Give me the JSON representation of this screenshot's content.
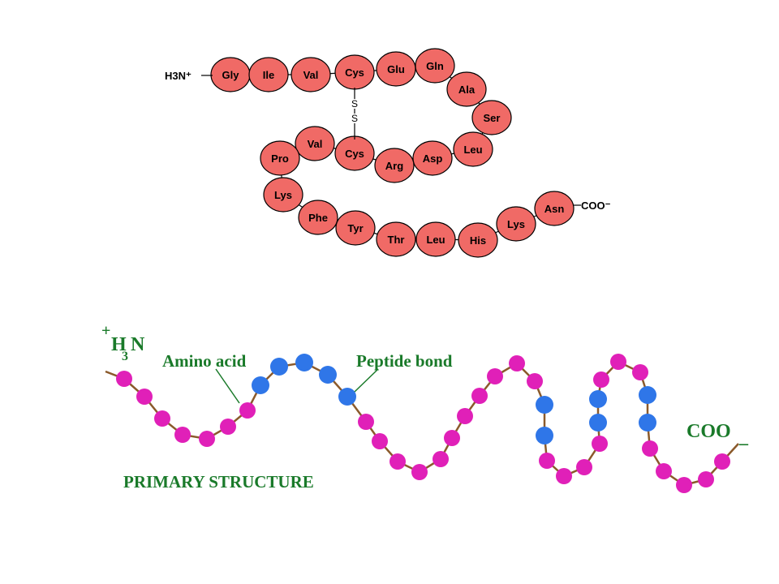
{
  "chain": {
    "n_terminus": "H3N⁺",
    "c_terminus": "COO⁻",
    "disulfide_label": [
      "S",
      "S"
    ],
    "residues": [
      "Gly",
      "Ile",
      "Val",
      "Cys",
      "Glu",
      "Gln",
      "Ala",
      "Ser",
      "Leu",
      "Asp",
      "Arg",
      "Cys",
      "Val",
      "Pro",
      "Lys",
      "Phe",
      "Tyr",
      "Thr",
      "Leu",
      "His",
      "Lys",
      "Asn"
    ],
    "colors": {
      "fill": "#f06a66",
      "stroke": "#000000"
    }
  },
  "primary": {
    "n_terminus_sup": "+",
    "n_terminus_main": "H",
    "n_terminus_sub": "3",
    "n_terminus_n": "N",
    "c_terminus": "COO",
    "c_terminus_charge": "_",
    "amino_acid_label": "Amino acid",
    "peptide_bond_label": "Peptide bond",
    "caption": "PRIMARY STRUCTURE",
    "colors": {
      "pink": "#e020b8",
      "blue": "#2f76e8",
      "link": "#8b5a2b",
      "label": "#1a7a2a"
    }
  }
}
